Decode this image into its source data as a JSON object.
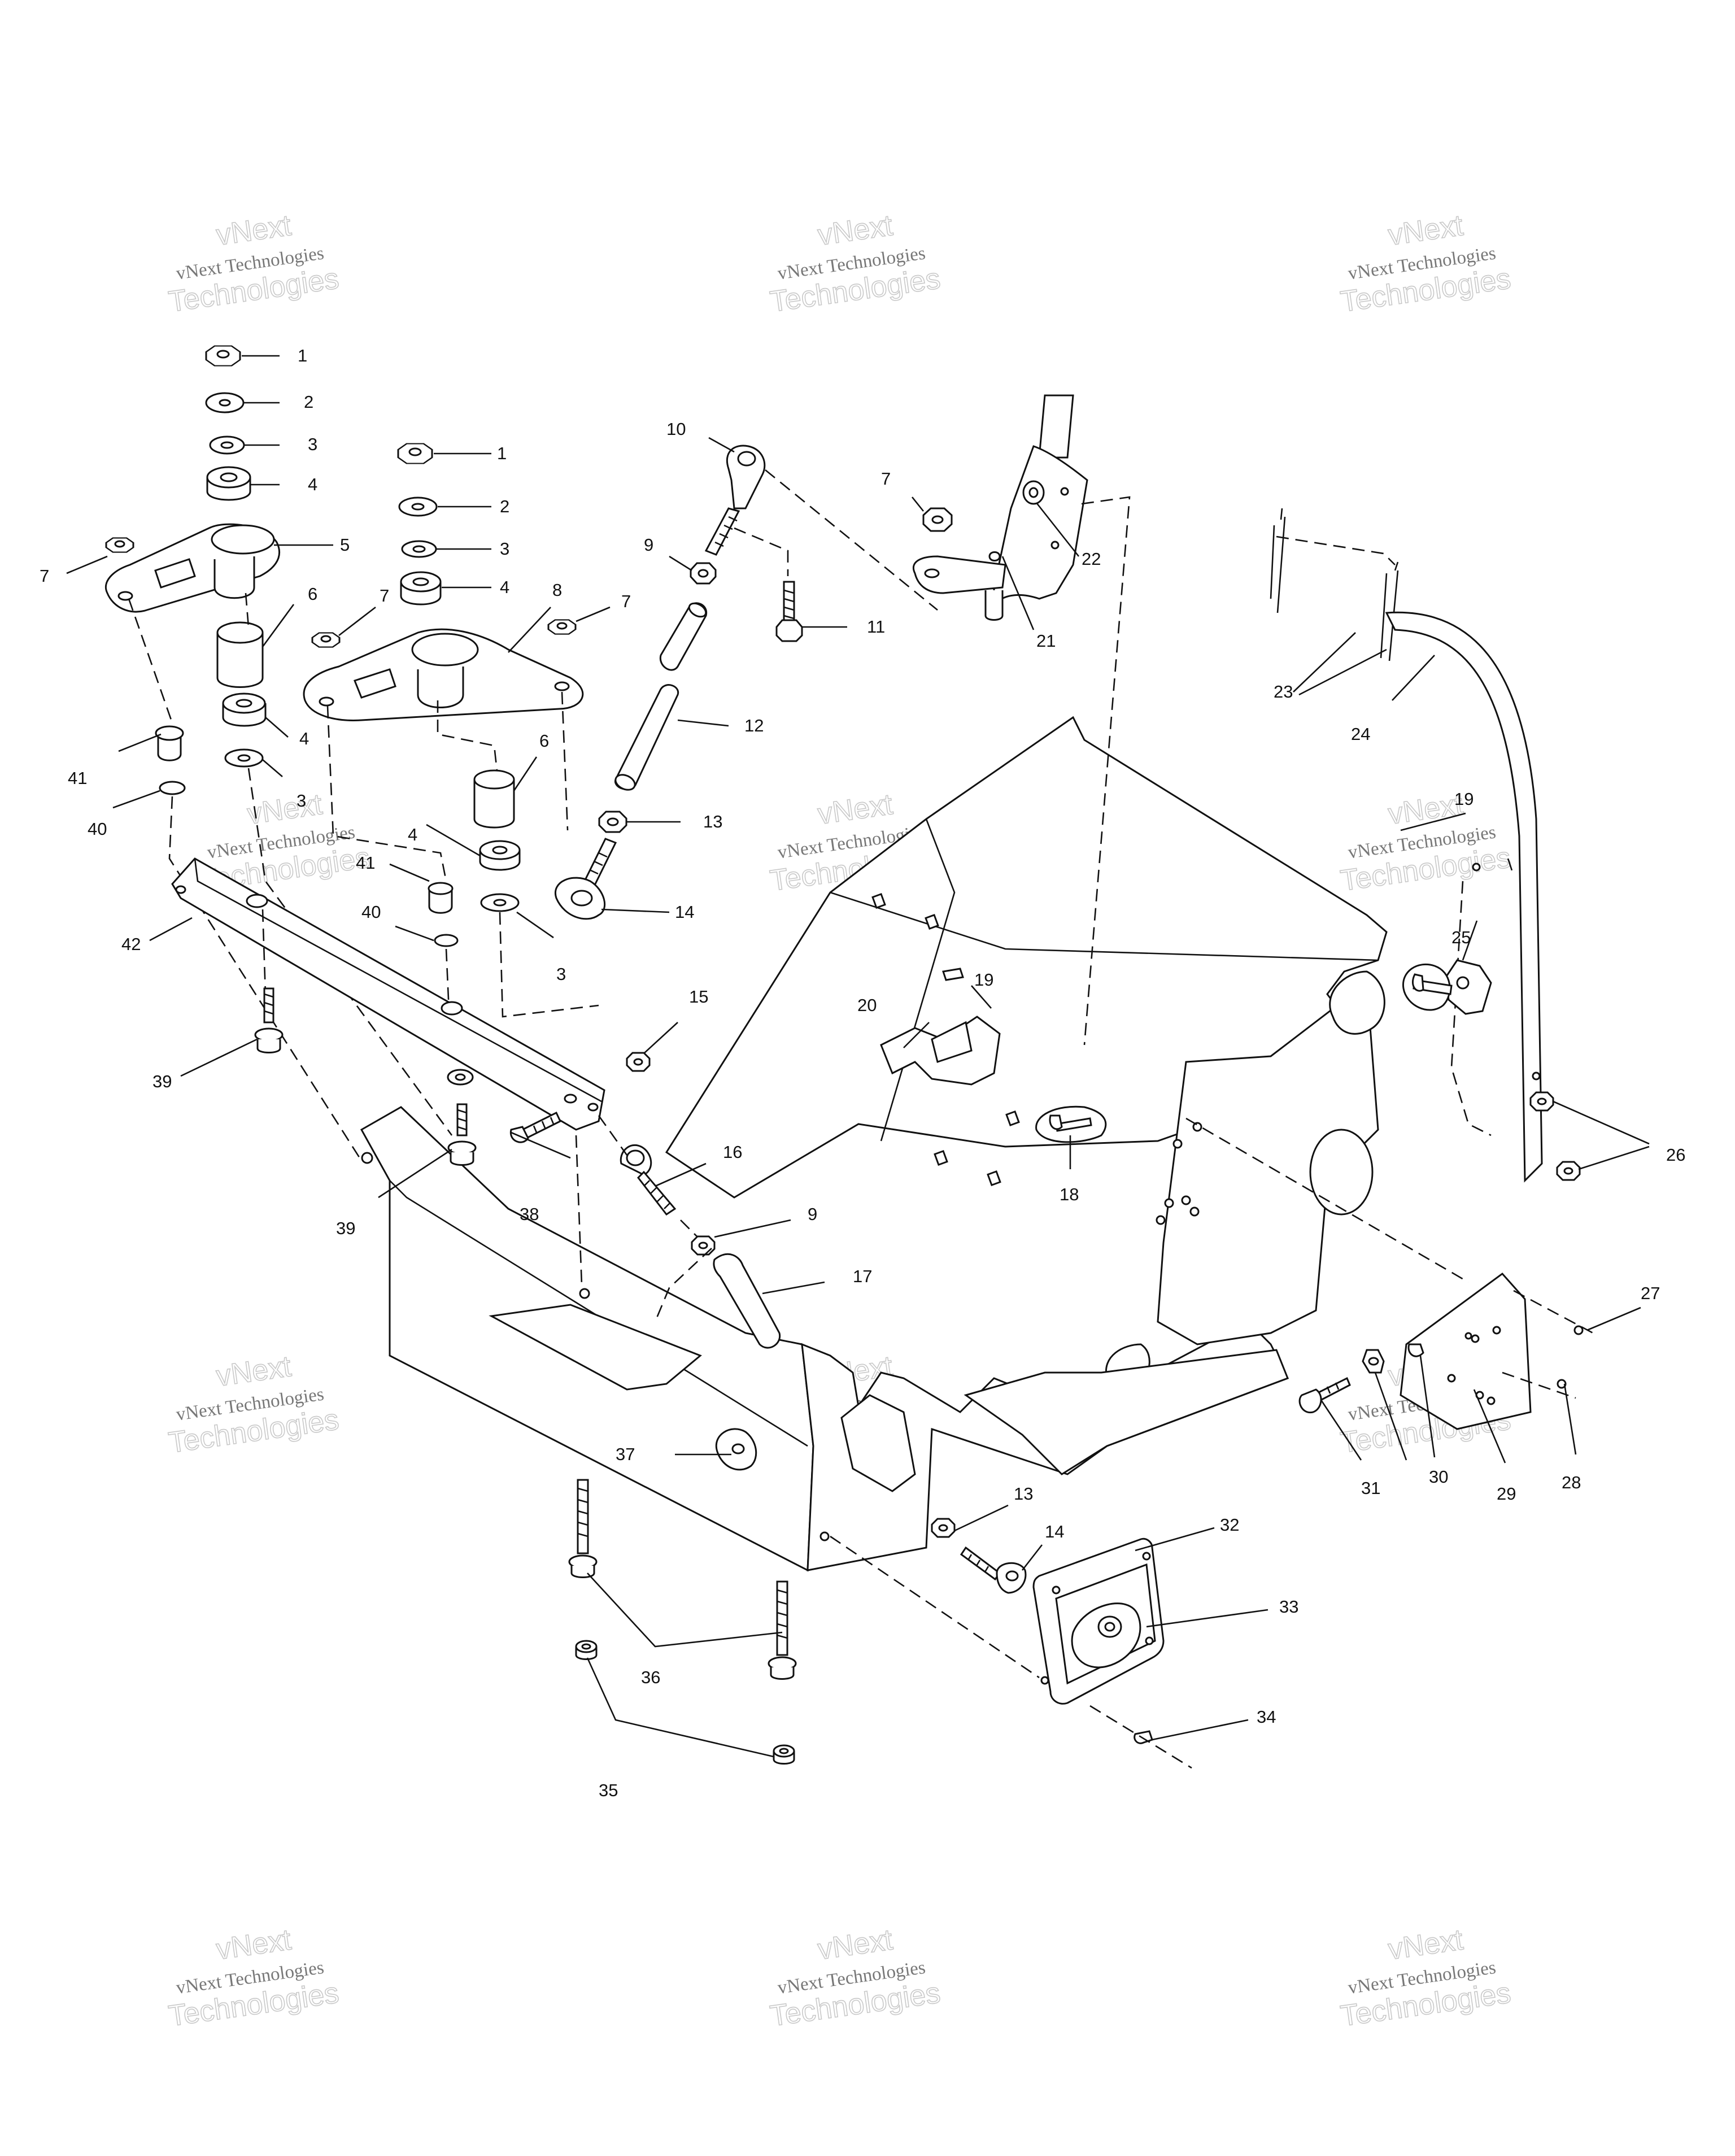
{
  "diagram": {
    "callouts": [
      {
        "id": "c1a",
        "text": "1"
      },
      {
        "id": "c2a",
        "text": "2"
      },
      {
        "id": "c3a",
        "text": "3"
      },
      {
        "id": "c4a",
        "text": "4"
      },
      {
        "id": "c5",
        "text": "5"
      },
      {
        "id": "c7a",
        "text": "7"
      },
      {
        "id": "c6a",
        "text": "6"
      },
      {
        "id": "c4b",
        "text": "4"
      },
      {
        "id": "c3b",
        "text": "3"
      },
      {
        "id": "c41a",
        "text": "41"
      },
      {
        "id": "c40a",
        "text": "40"
      },
      {
        "id": "c1b",
        "text": "1"
      },
      {
        "id": "c2b",
        "text": "2"
      },
      {
        "id": "c3c",
        "text": "3"
      },
      {
        "id": "c4c",
        "text": "4"
      },
      {
        "id": "c8",
        "text": "8"
      },
      {
        "id": "c7b",
        "text": "7"
      },
      {
        "id": "c7c",
        "text": "7"
      },
      {
        "id": "c6b",
        "text": "6"
      },
      {
        "id": "c4d",
        "text": "4"
      },
      {
        "id": "c41b",
        "text": "41"
      },
      {
        "id": "c40b",
        "text": "40"
      },
      {
        "id": "c3d",
        "text": "3"
      },
      {
        "id": "c42",
        "text": "42"
      },
      {
        "id": "c39a",
        "text": "39"
      },
      {
        "id": "c39b",
        "text": "39"
      },
      {
        "id": "c38",
        "text": "38"
      },
      {
        "id": "c10",
        "text": "10"
      },
      {
        "id": "c9a",
        "text": "9"
      },
      {
        "id": "c11",
        "text": "11"
      },
      {
        "id": "c12",
        "text": "12"
      },
      {
        "id": "c13a",
        "text": "13"
      },
      {
        "id": "c14a",
        "text": "14"
      },
      {
        "id": "c15",
        "text": "15"
      },
      {
        "id": "c16",
        "text": "16"
      },
      {
        "id": "c9b",
        "text": "9"
      },
      {
        "id": "c17",
        "text": "17"
      },
      {
        "id": "c7d",
        "text": "7"
      },
      {
        "id": "c22",
        "text": "22"
      },
      {
        "id": "c21",
        "text": "21"
      },
      {
        "id": "c23",
        "text": "23"
      },
      {
        "id": "c24",
        "text": "24"
      },
      {
        "id": "c19a",
        "text": "19"
      },
      {
        "id": "c25",
        "text": "25"
      },
      {
        "id": "c26",
        "text": "26"
      },
      {
        "id": "c19b",
        "text": "19"
      },
      {
        "id": "c20",
        "text": "20"
      },
      {
        "id": "c18",
        "text": "18"
      },
      {
        "id": "c27",
        "text": "27"
      },
      {
        "id": "c28",
        "text": "28"
      },
      {
        "id": "c29",
        "text": "29"
      },
      {
        "id": "c30",
        "text": "30"
      },
      {
        "id": "c31",
        "text": "31"
      },
      {
        "id": "c32",
        "text": "32"
      },
      {
        "id": "c33",
        "text": "33"
      },
      {
        "id": "c34",
        "text": "34"
      },
      {
        "id": "c13b",
        "text": "13"
      },
      {
        "id": "c14b",
        "text": "14"
      },
      {
        "id": "c37",
        "text": "37"
      },
      {
        "id": "c36",
        "text": "36"
      },
      {
        "id": "c35",
        "text": "35"
      }
    ],
    "watermark": {
      "line1": "vNext",
      "line2": "vNext Technologies",
      "line3": "Technologies"
    }
  }
}
